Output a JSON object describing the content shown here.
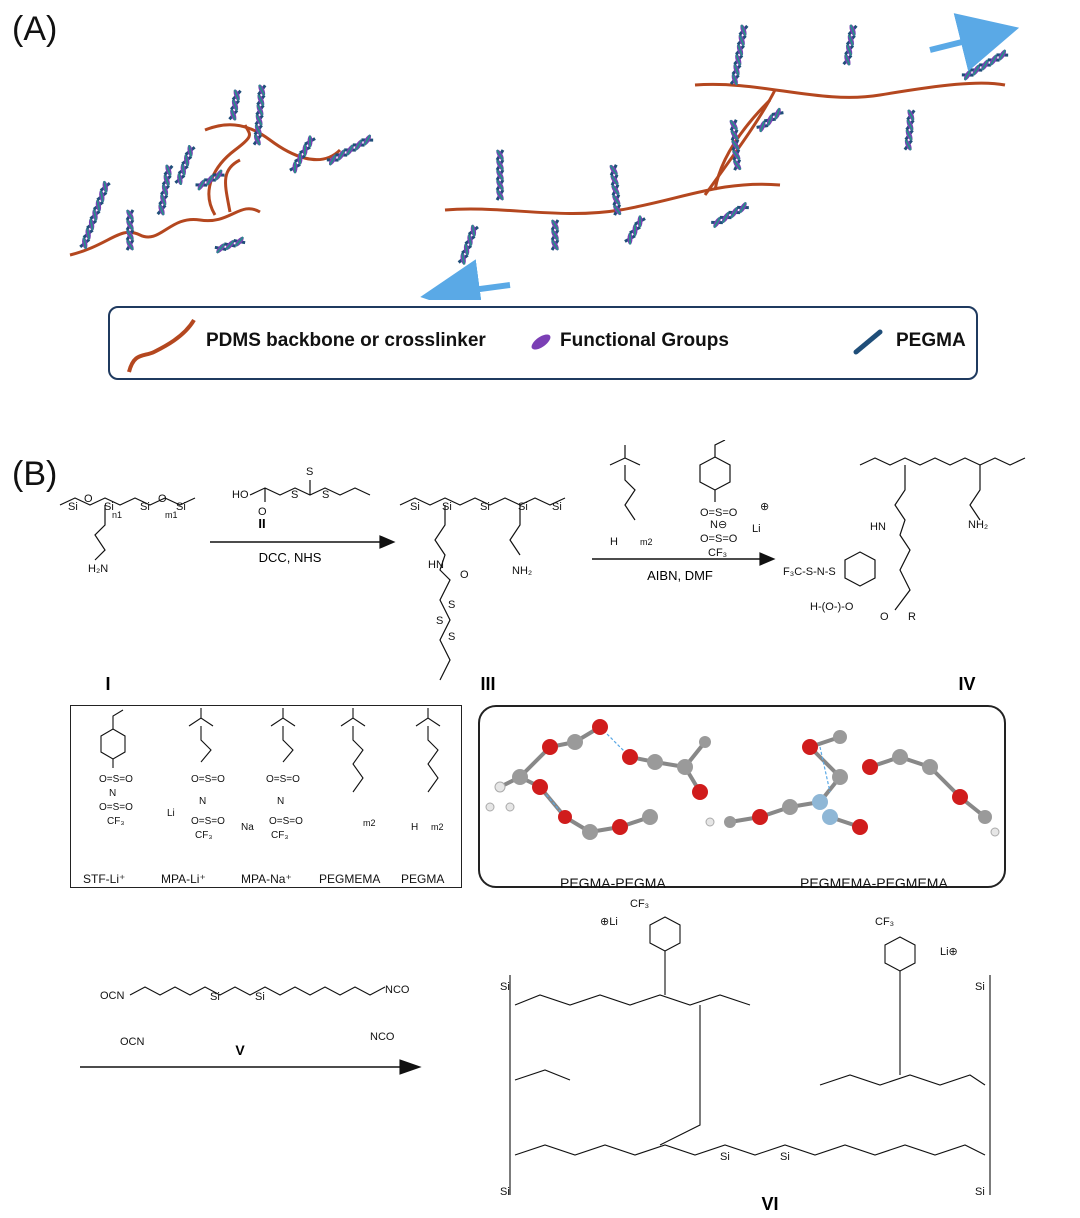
{
  "panels": {
    "a": "(A)",
    "b": "(B)"
  },
  "legend": {
    "backbone": "PDMS backbone or crosslinker",
    "functional": "Functional Groups",
    "pegma": "PEGMA"
  },
  "reagents": {
    "step1_compound": "II",
    "step1_conditions": "DCC, NHS",
    "step2_conditions": "AIBN, DMF",
    "step3_compound": "V"
  },
  "compounds": {
    "c1": "I",
    "c3": "III",
    "c4": "IV",
    "c6": "VI"
  },
  "monomers": [
    "STF-Li⁺",
    "MPA-Li⁺",
    "MPA-Na⁺",
    "PEGMEMA",
    "PEGMA"
  ],
  "models": [
    "PEGMA-PEGMA",
    "PEGMEMA-PEGMEMA"
  ],
  "colors": {
    "backbone": "#b4471f",
    "functional": "#7b3fb5",
    "pegma": "#1f4e79",
    "arrow": "#5aa9e6",
    "oxygen": "#d01c1c",
    "carbon": "#9a9a9a",
    "hydrogen": "#e6e6e6",
    "lithium": "#8fb7d6"
  }
}
